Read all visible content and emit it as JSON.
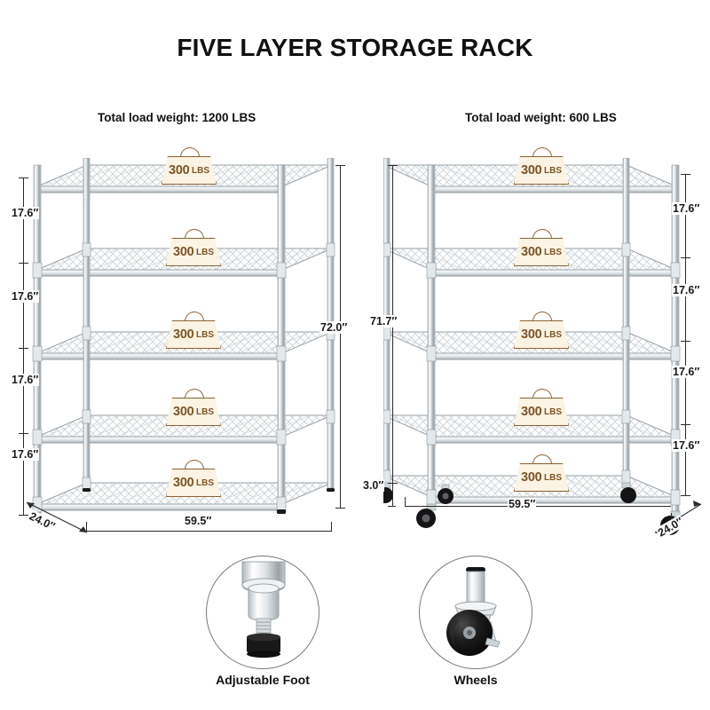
{
  "title": "FIVE LAYER STORAGE RACK",
  "racks": [
    {
      "id": "rack-adjustable-foot",
      "load_label": "Total load weight: 1200 LBS",
      "shelf_badges": [
        "300 LBS",
        "300 LBS",
        "300 LBS",
        "300 LBS",
        "300 LBS"
      ],
      "badge_number": "300",
      "badge_unit": "LBS",
      "shelf_count": 5,
      "dimensions": {
        "tier_heights": [
          "17.6″",
          "17.6″",
          "17.6″",
          "17.6″"
        ],
        "total_height": "72.0″",
        "width": "59.5″",
        "depth": "24.0″"
      }
    },
    {
      "id": "rack-wheels",
      "load_label": "Total load weight: 600 LBS",
      "shelf_badges": [
        "300 LBS",
        "300 LBS",
        "300 LBS",
        "300 LBS",
        "300 LBS"
      ],
      "badge_number": "300",
      "badge_unit": "LBS",
      "shelf_count": 5,
      "dimensions": {
        "tier_heights": [
          "17.6″",
          "17.6″",
          "17.6″",
          "17.6″"
        ],
        "total_height": "71.7″",
        "caster_height": "3.0″",
        "width": "59.5″",
        "depth": "24.0″"
      }
    }
  ],
  "details": [
    {
      "id": "detail-adjustable-foot",
      "label": "Adjustable Foot"
    },
    {
      "id": "detail-wheels",
      "label": "Wheels"
    }
  ],
  "colors": {
    "background": "#ffffff",
    "text": "#111111",
    "badge_fill": "#fbf3e4",
    "badge_stroke": "#8a6233",
    "badge_text": "#7d5626",
    "chrome_light": "#f4f6f7",
    "chrome_mid": "#c9cfd3",
    "chrome_dark": "#8f989e",
    "caster_black": "#111111",
    "dimension_line": "#2b2b2b"
  }
}
